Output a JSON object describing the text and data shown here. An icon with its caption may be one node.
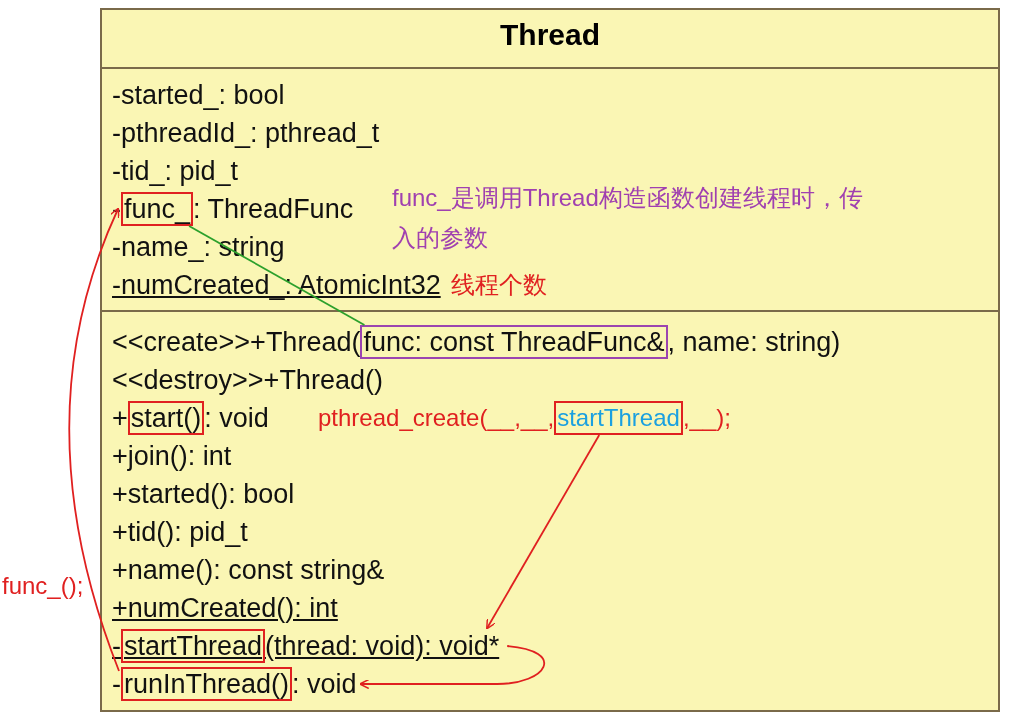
{
  "diagram": {
    "nodes": [
      {
        "text": [
          "Thread"
        ]
      },
      {
        "text": [
          "-started_: bool"
        ],
        "in": 0
      },
      {
        "text": [
          "-pthreadId_: pthread_t"
        ],
        "in": 0
      },
      {
        "text": [
          "-tid_: pid_t"
        ],
        "in": 0
      },
      {
        "text": [
          "-",
          ": ThreadFunc"
        ],
        "in": 0
      },
      {
        "text": [
          "func_"
        ],
        "in": 4
      },
      {
        "text": [
          "-name_: string"
        ],
        "in": 0
      },
      {
        "text": [
          "-numCreated_: AtomicInt32"
        ],
        "in": 0,
        "beside": [
          "线程个数"
        ]
      },
      {
        "text": [
          "<<create>>+Thread(",
          ", name: string)"
        ],
        "in": 0
      },
      {
        "text": [
          "func: const ThreadFunc&"
        ],
        "in": 8
      },
      {
        "text": [
          "<<destroy>>+Thread()"
        ],
        "in": 0
      },
      {
        "text": [
          "+",
          ": void"
        ],
        "in": 0
      },
      {
        "text": [
          "start()"
        ],
        "in": 11
      },
      {
        "text": [
          "pthread_create(__,__,",
          ",__);"
        ],
        "in": 0
      },
      {
        "text": [
          "startThread"
        ],
        "in": 13
      },
      {
        "text": [
          "+join(): int"
        ],
        "in": 0
      },
      {
        "text": [
          "+started(): bool"
        ],
        "in": 0
      },
      {
        "text": [
          "+tid(): pid_t"
        ],
        "in": 0
      },
      {
        "text": [
          "+name(): const string&"
        ],
        "in": 0
      },
      {
        "text": [
          "+numCreated(): int"
        ],
        "in": 0
      },
      {
        "text": [
          "-",
          "(thread: void): void*"
        ],
        "in": 0
      },
      {
        "text": [
          "startThread"
        ],
        "in": 20
      },
      {
        "text": [
          "-",
          ": void"
        ],
        "in": 0
      },
      {
        "text": [
          "runInThread()"
        ],
        "in": 22
      }
    ],
    "edges": [
      {
        "from": 5,
        "to": 9,
        "arrow": "none",
        "color": "#2ca02c"
      },
      {
        "from": 14,
        "to": 20,
        "arrow": "to"
      },
      {
        "from": 20,
        "to": 22,
        "arrow": "to"
      },
      {
        "from": 23,
        "to": 5,
        "arrow": "to",
        "label": "func_();"
      }
    ],
    "labels": [
      "func_是调用Thread构造函数创建线程时，传入的参数"
    ]
  }
}
